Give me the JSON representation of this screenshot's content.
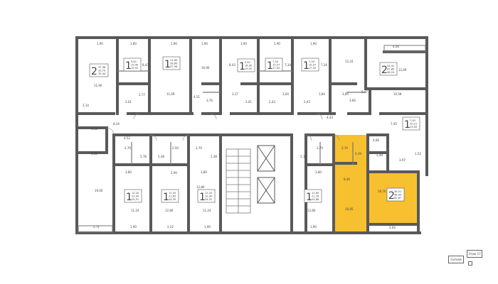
{
  "plan": {
    "labels": [
      "1,90",
      "1,80",
      "1,90",
      "1,90",
      "1,90",
      "1,90",
      "1,90",
      "4,56",
      "11,90",
      "2,77",
      "8,43",
      "16,90",
      "8,43",
      "7,34",
      "7,34",
      "12,24",
      "12,69",
      "10,58",
      "11,69",
      "4,51",
      "2,01",
      "3,76",
      "3,17",
      "3,04",
      "2,01",
      "2,43",
      "2,43",
      "3,84",
      "3,84",
      "3,66",
      "6,47",
      "2,14",
      "8,34",
      "4,16",
      "4,43",
      "7,45",
      "4,66",
      "1,52",
      "3,97",
      "2,48",
      "2,70",
      "5,78",
      "4,00",
      "4,52",
      "2,70",
      "5,38",
      "5,38",
      "2,50",
      "2,70",
      "2,70",
      "4,19",
      "5,12",
      "3,80",
      "2,90",
      "3,80",
      "3,80",
      "19,70",
      "8,46",
      "19,00",
      "11,24",
      "12,80",
      "12,80",
      "11,24",
      "12,80",
      "16,85",
      "2,71",
      "1,90",
      "2,22",
      "1,90",
      "1,90",
      "2,64"
    ],
    "apartments": [
      {
        "rooms": "2",
        "areas": [
          "37,96",
          "33,79",
          "35,44"
        ]
      },
      {
        "rooms": "1",
        "areas": [
          "9,61",
          "19,40",
          "19,92"
        ]
      },
      {
        "rooms": "1",
        "areas": [
          "11,69",
          "28,80",
          "37,98"
        ]
      },
      {
        "rooms": "1",
        "areas": [
          "9,61",
          "16,90",
          "19,92"
        ]
      },
      {
        "rooms": "1",
        "areas": [
          "7,34",
          "15,57",
          "17,55"
        ]
      },
      {
        "rooms": "1",
        "areas": [
          "7,34",
          "15,57",
          "17,55"
        ]
      },
      {
        "rooms": "2",
        "areas": [
          "34,92",
          "41,89",
          "46,24"
        ]
      },
      {
        "rooms": "1",
        "areas": [
          "7,45",
          "20,21",
          "23,05"
        ]
      },
      {
        "rooms": "1",
        "areas": [
          "12,20",
          "22,30",
          "24,91"
        ]
      },
      {
        "rooms": "1",
        "areas": [
          "12,55",
          "21,65",
          "24,95"
        ]
      },
      {
        "rooms": "1",
        "areas": [
          "12,20",
          "22,30",
          "24,91"
        ]
      },
      {
        "rooms": "1",
        "areas": [
          "12,80",
          "21,78",
          "24,88"
        ]
      },
      {
        "rooms": "2",
        "areas": [
          "38,01",
          "48,09",
          "62,67"
        ]
      }
    ],
    "legend": {
      "left": "Ситиэй",
      "right": "Этаж 17"
    }
  }
}
